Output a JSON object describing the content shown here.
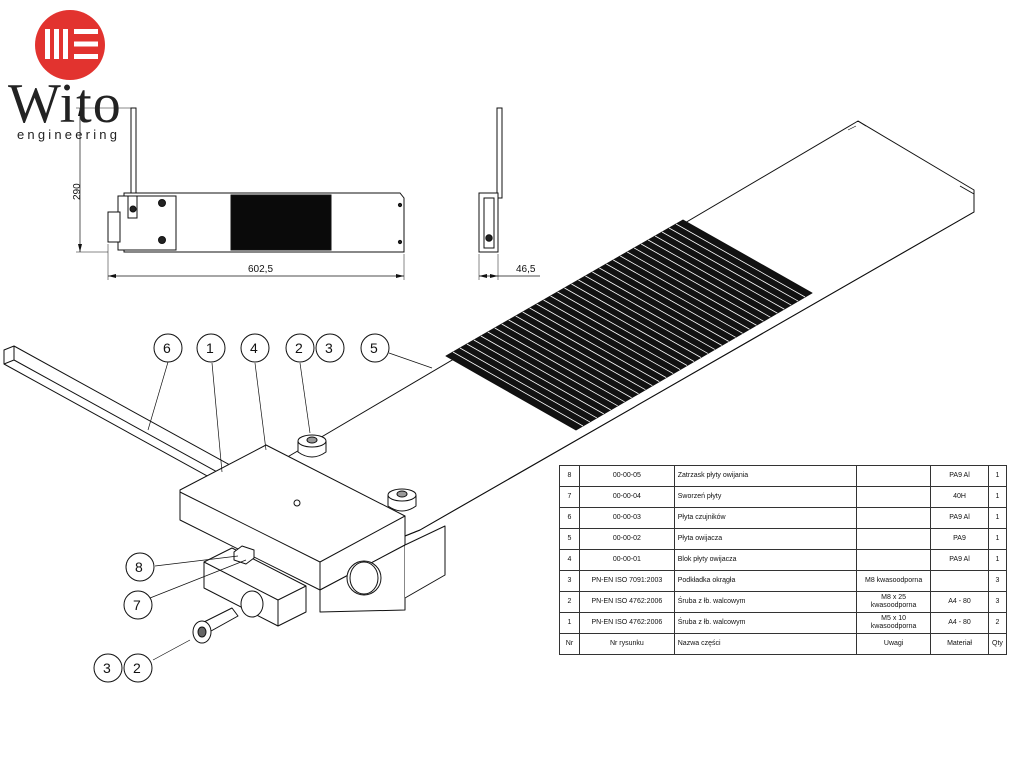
{
  "logo": {
    "brand": "Wito",
    "tagline": "engineering",
    "accent": "#e2332f"
  },
  "dimensions": {
    "height": "290",
    "length": "602,5",
    "width": "46,5"
  },
  "balloons": [
    {
      "id": "6"
    },
    {
      "id": "1"
    },
    {
      "id": "4"
    },
    {
      "id": "2"
    },
    {
      "id": "3"
    },
    {
      "id": "5"
    },
    {
      "id": "8"
    },
    {
      "id": "7"
    },
    {
      "id": "3"
    },
    {
      "id": "2"
    }
  ],
  "bom": {
    "headers": [
      "Nr",
      "Nr rysunku",
      "Nazwa części",
      "Uwagi",
      "Materiał",
      "Qty"
    ],
    "rows": [
      {
        "nr": "8",
        "drawing": "00-00-05",
        "name": "Zatrzask płyty owijania",
        "notes": "",
        "material": "PA9 Al",
        "qty": "1"
      },
      {
        "nr": "7",
        "drawing": "00-00-04",
        "name": "Sworzeń płyty",
        "notes": "",
        "material": "40H",
        "qty": "1"
      },
      {
        "nr": "6",
        "drawing": "00-00-03",
        "name": "Płyta czujników",
        "notes": "",
        "material": "PA9 Al",
        "qty": "1"
      },
      {
        "nr": "5",
        "drawing": "00-00-02",
        "name": "Płyta owijacza",
        "notes": "",
        "material": "PA9",
        "qty": "1"
      },
      {
        "nr": "4",
        "drawing": "00-00-01",
        "name": "Blok płyty owijacza",
        "notes": "",
        "material": "PA9 Al",
        "qty": "1"
      },
      {
        "nr": "3",
        "drawing": "PN-EN ISO 7091:2003",
        "name": "Podkładka okrągła",
        "notes": "M8 kwasoodporna",
        "material": "",
        "qty": "3"
      },
      {
        "nr": "2",
        "drawing": "PN-EN ISO 4762:2006",
        "name": "Śruba z łb. walcowym",
        "notes": "M8 x 25 kwasoodporna",
        "material": "A4 - 80",
        "qty": "3"
      },
      {
        "nr": "1",
        "drawing": "PN-EN ISO 4762:2006",
        "name": "Śruba z łb. walcowym",
        "notes": "M5 x 10 kwasoodporna",
        "material": "A4 - 80",
        "qty": "2"
      }
    ]
  }
}
